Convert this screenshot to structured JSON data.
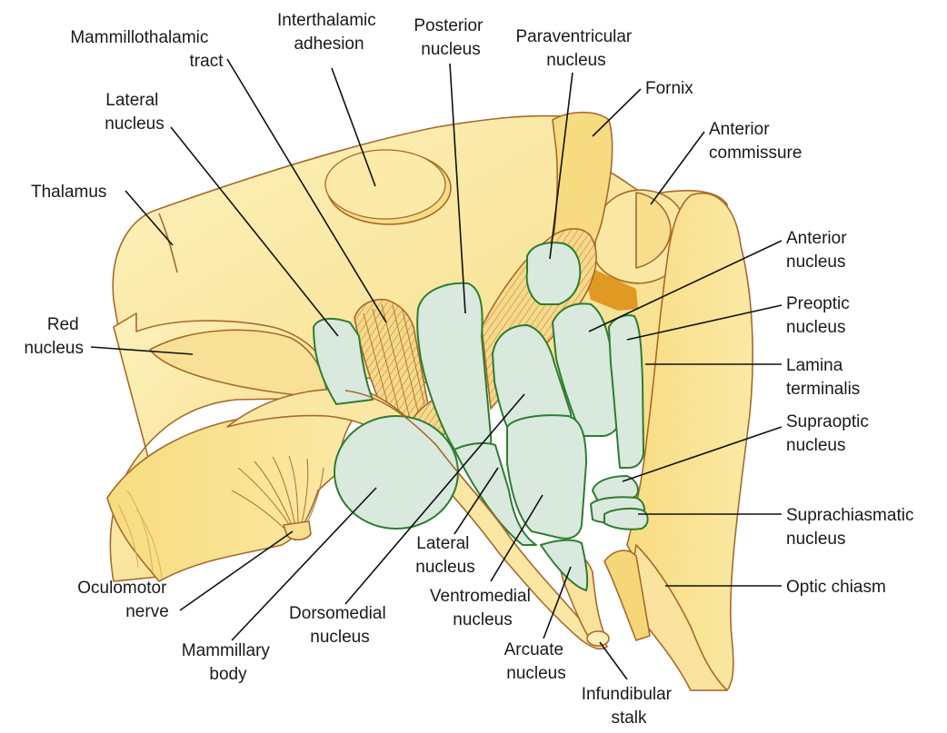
{
  "colors": {
    "tissue": "#fbeaa5",
    "tissue_dark": "#f5d77a",
    "outline": "#a8692c",
    "nucleus_fill": "#d9e9dd",
    "nucleus_stroke": "#2e7d32",
    "ventricle": "#e09a24"
  },
  "labels": {
    "mammillothalamic_tract": [
      "Mammillothalamic",
      "tract"
    ],
    "interthalamic_adhesion": [
      "Interthalamic",
      "adhesion"
    ],
    "posterior_nucleus": [
      "Posterior",
      "nucleus"
    ],
    "paraventricular_nucleus": [
      "Paraventricular",
      "nucleus"
    ],
    "fornix": [
      "Fornix"
    ],
    "lateral_nucleus_top": [
      "Lateral",
      "nucleus"
    ],
    "anterior_commissure": [
      "Anterior",
      "commissure"
    ],
    "thalamus": [
      "Thalamus"
    ],
    "anterior_nucleus": [
      "Anterior",
      "nucleus"
    ],
    "preoptic_nucleus": [
      "Preoptic",
      "nucleus"
    ],
    "red_nucleus": [
      "Red",
      "nucleus"
    ],
    "lamina_terminalis": [
      "Lamina",
      "terminalis"
    ],
    "supraoptic_nucleus": [
      "Supraoptic",
      "nucleus"
    ],
    "suprachiasmatic_nucleus": [
      "Suprachiasmatic",
      "nucleus"
    ],
    "oculomotor_nerve": [
      "Oculomotor",
      "nerve"
    ],
    "lateral_nucleus_bottom": [
      "Lateral",
      "nucleus"
    ],
    "optic_chiasm": [
      "Optic chiasm"
    ],
    "ventromedial_nucleus": [
      "Ventromedial",
      "nucleus"
    ],
    "dorsomedial_nucleus": [
      "Dorsomedial",
      "nucleus"
    ],
    "arcuate_nucleus": [
      "Arcuate",
      "nucleus"
    ],
    "mammillary_body": [
      "Mammillary",
      "body"
    ],
    "infundibular_stalk": [
      "Infundibular",
      "stalk"
    ]
  }
}
